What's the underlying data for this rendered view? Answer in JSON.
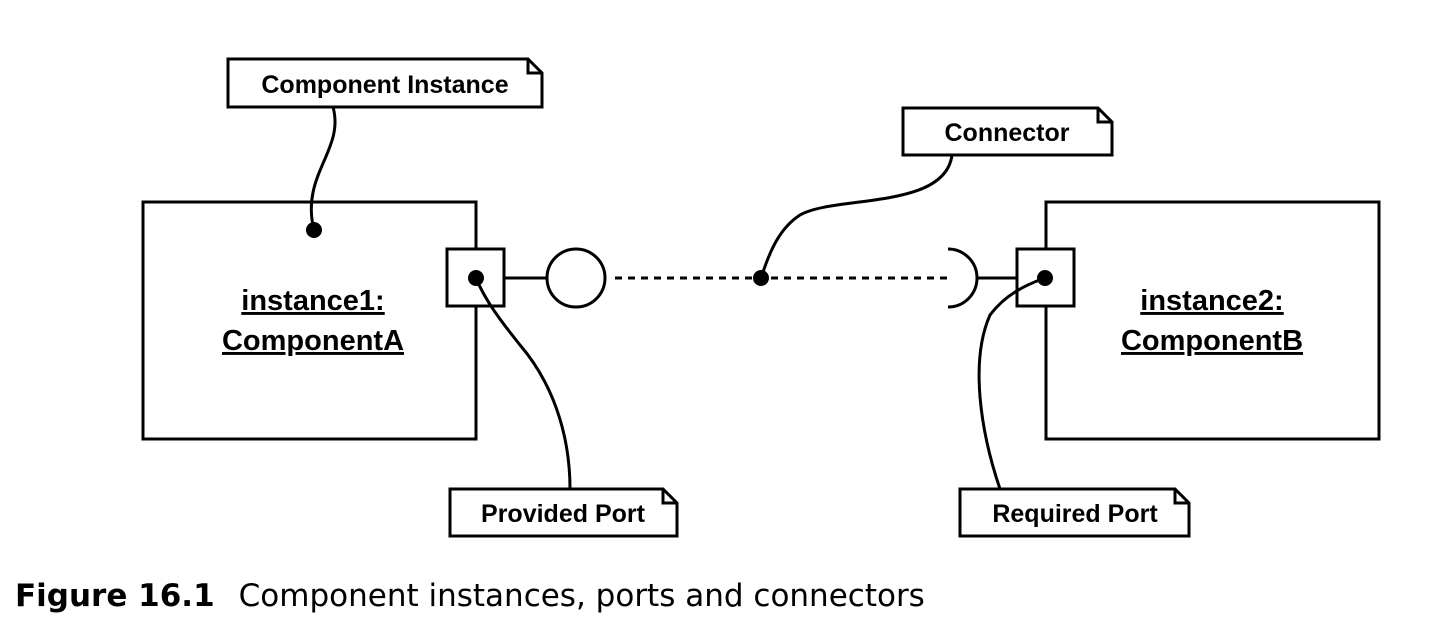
{
  "notes": {
    "component_instance": "Component Instance",
    "connector": "Connector",
    "provided_port": "Provided Port",
    "required_port": "Required Port"
  },
  "components": [
    {
      "line1": "instance1:",
      "line2": "ComponentA"
    },
    {
      "line1": "instance2:",
      "line2": "ComponentB"
    }
  ],
  "caption": {
    "label": "Figure 16.1",
    "text": "Component instances, ports and connectors"
  }
}
